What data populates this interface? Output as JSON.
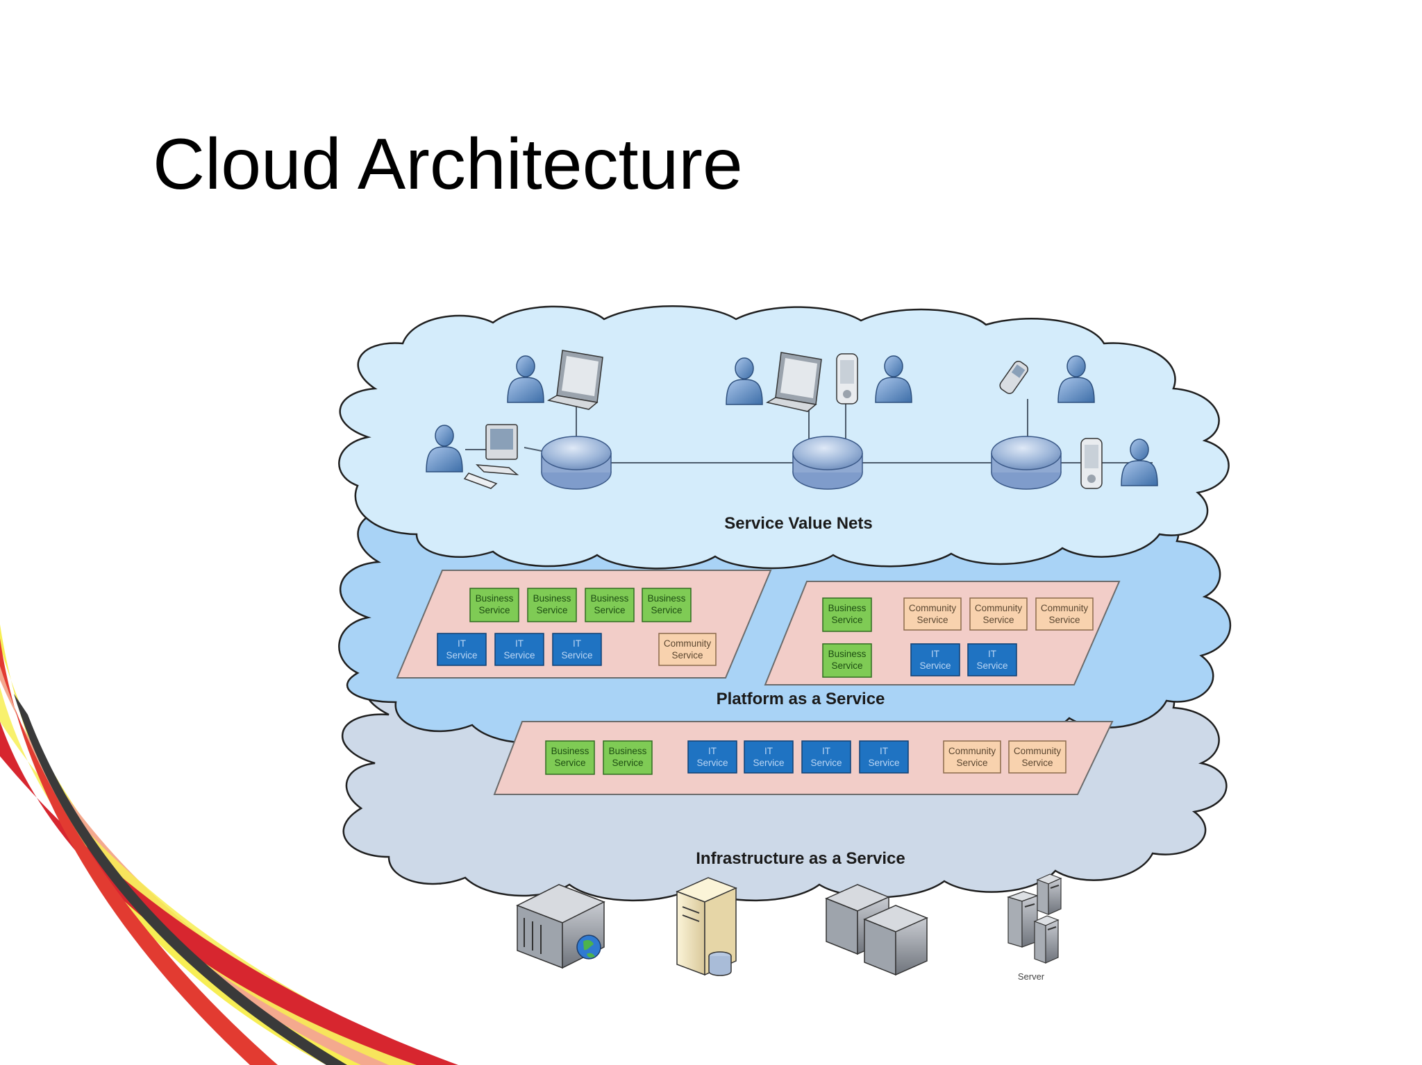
{
  "slide": {
    "title": "Cloud Architecture"
  },
  "layers": {
    "svn": {
      "label": "Service Value Nets"
    },
    "paas": {
      "label": "Platform as a Service"
    },
    "iaas": {
      "label": "Infrastructure as a Service"
    }
  },
  "services": {
    "business": [
      "Business",
      "Service"
    ],
    "it": [
      "IT",
      "Service"
    ],
    "community": [
      "Community",
      "Service"
    ]
  },
  "server_label": "Server",
  "colors": {
    "svn_cloud": "#d4ecfb",
    "paas_cloud": "#a9d3f6",
    "iaas_cloud": "#cdd9e8",
    "panel": "#f2cdc8",
    "business_fill": "#7fcb55",
    "it_fill": "#1f73c2",
    "community_fill": "#f8d2ae"
  }
}
